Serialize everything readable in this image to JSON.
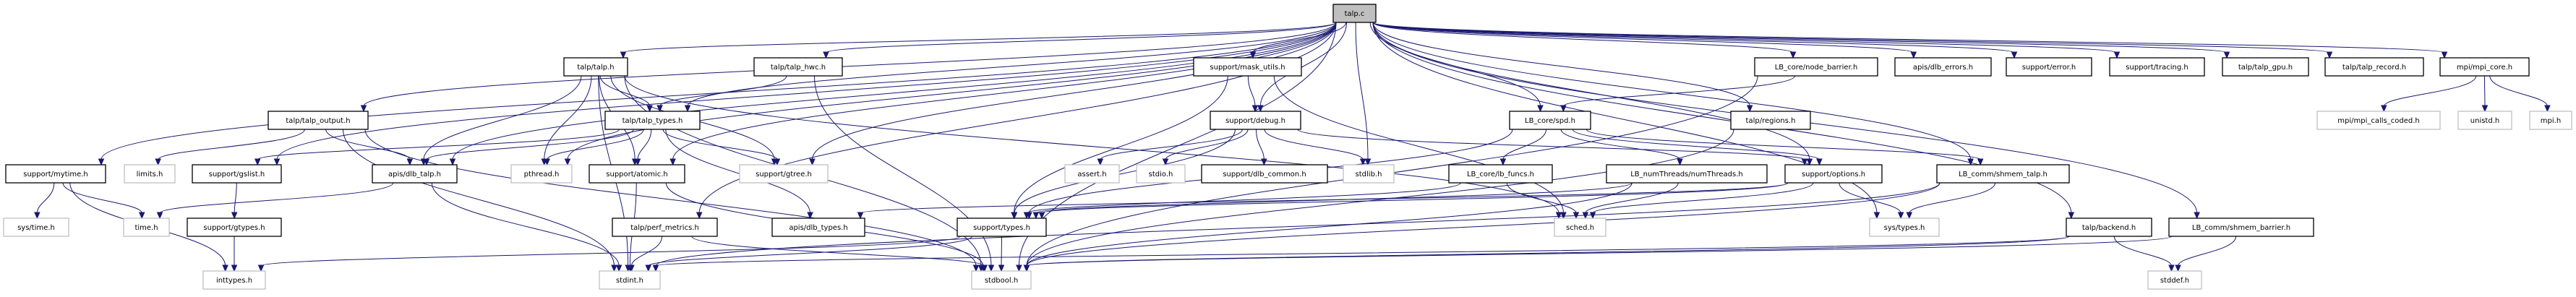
{
  "title": "talp.c include dependency graph",
  "colors": {
    "edge": "#191970",
    "root_fill": "#bfbfbf",
    "root_border": "#000000",
    "documented_border": "#000000",
    "external_border": "#bfbfbf",
    "node_fill": "#ffffff"
  },
  "nodes": [
    {
      "id": "talp_c",
      "label": "talp.c",
      "kind": "root"
    },
    {
      "id": "talp_h",
      "label": "talp/talp.h",
      "kind": "documented"
    },
    {
      "id": "talp_hwc_h",
      "label": "talp/talp_hwc.h",
      "kind": "documented"
    },
    {
      "id": "mask_utils_h",
      "label": "support/mask_utils.h",
      "kind": "documented"
    },
    {
      "id": "node_barrier_h",
      "label": "LB_core/node_barrier.h",
      "kind": "documented"
    },
    {
      "id": "dlb_errors_h",
      "label": "apis/dlb_errors.h",
      "kind": "documented"
    },
    {
      "id": "error_h",
      "label": "support/error.h",
      "kind": "documented"
    },
    {
      "id": "tracing_h",
      "label": "support/tracing.h",
      "kind": "documented"
    },
    {
      "id": "talp_gpu_h",
      "label": "talp/talp_gpu.h",
      "kind": "documented"
    },
    {
      "id": "talp_record_h",
      "label": "talp/talp_record.h",
      "kind": "documented"
    },
    {
      "id": "mpi_core_h",
      "label": "mpi/mpi_core.h",
      "kind": "documented"
    },
    {
      "id": "talp_output_h",
      "label": "talp/talp_output.h",
      "kind": "documented"
    },
    {
      "id": "talp_types_h",
      "label": "talp/talp_types.h",
      "kind": "documented"
    },
    {
      "id": "debug_h",
      "label": "support/debug.h",
      "kind": "documented"
    },
    {
      "id": "spd_h",
      "label": "LB_core/spd.h",
      "kind": "documented"
    },
    {
      "id": "regions_h",
      "label": "talp/regions.h",
      "kind": "documented"
    },
    {
      "id": "mpi_calls_coded_h",
      "label": "mpi/mpi_calls_coded.h",
      "kind": "external"
    },
    {
      "id": "unistd_h",
      "label": "unistd.h",
      "kind": "external"
    },
    {
      "id": "mpi_h",
      "label": "mpi.h",
      "kind": "external"
    },
    {
      "id": "mytime_h",
      "label": "support/mytime.h",
      "kind": "documented"
    },
    {
      "id": "limits_h",
      "label": "limits.h",
      "kind": "external"
    },
    {
      "id": "gslist_h",
      "label": "support/gslist.h",
      "kind": "documented"
    },
    {
      "id": "dlb_talp_h",
      "label": "apis/dlb_talp.h",
      "kind": "documented"
    },
    {
      "id": "pthread_h",
      "label": "pthread.h",
      "kind": "external"
    },
    {
      "id": "atomic_h",
      "label": "support/atomic.h",
      "kind": "documented"
    },
    {
      "id": "gtree_h",
      "label": "support/gtree.h",
      "kind": "external"
    },
    {
      "id": "assert_h",
      "label": "assert.h",
      "kind": "external"
    },
    {
      "id": "stdio_h",
      "label": "stdio.h",
      "kind": "external"
    },
    {
      "id": "dlb_common_h",
      "label": "support/dlb_common.h",
      "kind": "documented"
    },
    {
      "id": "stdlib_h",
      "label": "stdlib.h",
      "kind": "external"
    },
    {
      "id": "lb_funcs_h",
      "label": "LB_core/lb_funcs.h",
      "kind": "documented"
    },
    {
      "id": "numThreads_h",
      "label": "LB_numThreads/numThreads.h",
      "kind": "documented"
    },
    {
      "id": "options_h",
      "label": "support/options.h",
      "kind": "documented"
    },
    {
      "id": "shmem_talp_h",
      "label": "LB_comm/shmem_talp.h",
      "kind": "documented"
    },
    {
      "id": "sys_time_h",
      "label": "sys/time.h",
      "kind": "external"
    },
    {
      "id": "time_h",
      "label": "time.h",
      "kind": "external"
    },
    {
      "id": "gtypes_h",
      "label": "support/gtypes.h",
      "kind": "documented"
    },
    {
      "id": "perf_metrics_h",
      "label": "talp/perf_metrics.h",
      "kind": "documented"
    },
    {
      "id": "dlb_types_h",
      "label": "apis/dlb_types.h",
      "kind": "documented"
    },
    {
      "id": "types_h",
      "label": "support/types.h",
      "kind": "documented"
    },
    {
      "id": "sched_h",
      "label": "sched.h",
      "kind": "external"
    },
    {
      "id": "sys_types_h",
      "label": "sys/types.h",
      "kind": "external"
    },
    {
      "id": "backend_h",
      "label": "talp/backend.h",
      "kind": "documented"
    },
    {
      "id": "shmem_barrier_h",
      "label": "LB_comm/shmem_barrier.h",
      "kind": "documented"
    },
    {
      "id": "inttypes_h",
      "label": "inttypes.h",
      "kind": "external"
    },
    {
      "id": "stdint_h",
      "label": "stdint.h",
      "kind": "external"
    },
    {
      "id": "stdbool_h",
      "label": "stdbool.h",
      "kind": "external"
    },
    {
      "id": "stddef_h",
      "label": "stddef.h",
      "kind": "external"
    }
  ],
  "edges": [
    [
      "talp_c",
      "talp_h"
    ],
    [
      "talp_c",
      "talp_hwc_h"
    ],
    [
      "talp_c",
      "mask_utils_h"
    ],
    [
      "talp_c",
      "node_barrier_h"
    ],
    [
      "talp_c",
      "dlb_errors_h"
    ],
    [
      "talp_c",
      "error_h"
    ],
    [
      "talp_c",
      "tracing_h"
    ],
    [
      "talp_c",
      "talp_gpu_h"
    ],
    [
      "talp_c",
      "talp_record_h"
    ],
    [
      "talp_c",
      "mpi_core_h"
    ],
    [
      "talp_c",
      "talp_output_h"
    ],
    [
      "talp_c",
      "talp_types_h"
    ],
    [
      "talp_c",
      "debug_h"
    ],
    [
      "talp_c",
      "spd_h"
    ],
    [
      "talp_c",
      "regions_h"
    ],
    [
      "talp_c",
      "mytime_h"
    ],
    [
      "talp_c",
      "gslist_h"
    ],
    [
      "talp_c",
      "dlb_talp_h"
    ],
    [
      "talp_c",
      "pthread_h"
    ],
    [
      "talp_c",
      "atomic_h"
    ],
    [
      "talp_c",
      "gtree_h"
    ],
    [
      "talp_c",
      "stdlib_h"
    ],
    [
      "talp_c",
      "options_h"
    ],
    [
      "talp_c",
      "shmem_talp_h"
    ],
    [
      "talp_c",
      "perf_metrics_h"
    ],
    [
      "talp_c",
      "sys_types_h"
    ],
    [
      "talp_c",
      "backend_h"
    ],
    [
      "talp_c",
      "shmem_barrier_h"
    ],
    [
      "talp_c",
      "stdbool_h"
    ],
    [
      "talp_h",
      "talp_types_h"
    ],
    [
      "talp_h",
      "dlb_talp_h"
    ],
    [
      "talp_h",
      "pthread_h"
    ],
    [
      "talp_h",
      "atomic_h"
    ],
    [
      "talp_h",
      "stdint_h"
    ],
    [
      "talp_h",
      "stdbool_h"
    ],
    [
      "talp_h",
      "sched_h"
    ],
    [
      "talp_h",
      "gtree_h"
    ],
    [
      "talp_hwc_h",
      "talp_types_h"
    ],
    [
      "talp_hwc_h",
      "stdbool_h"
    ],
    [
      "mask_utils_h",
      "debug_h"
    ],
    [
      "mask_utils_h",
      "types_h"
    ],
    [
      "mask_utils_h",
      "sched_h"
    ],
    [
      "node_barrier_h",
      "spd_h"
    ],
    [
      "node_barrier_h",
      "stdbool_h"
    ],
    [
      "mpi_core_h",
      "mpi_calls_coded_h"
    ],
    [
      "mpi_core_h",
      "unistd_h"
    ],
    [
      "mpi_core_h",
      "mpi_h"
    ],
    [
      "talp_output_h",
      "limits_h"
    ],
    [
      "talp_output_h",
      "dlb_talp_h"
    ],
    [
      "talp_output_h",
      "stdint_h"
    ],
    [
      "talp_output_h",
      "stdbool_h"
    ],
    [
      "talp_types_h",
      "gslist_h"
    ],
    [
      "talp_types_h",
      "dlb_talp_h"
    ],
    [
      "talp_types_h",
      "pthread_h"
    ],
    [
      "talp_types_h",
      "atomic_h"
    ],
    [
      "talp_types_h",
      "gtree_h"
    ],
    [
      "talp_types_h",
      "dlb_types_h"
    ],
    [
      "debug_h",
      "assert_h"
    ],
    [
      "debug_h",
      "stdio_h"
    ],
    [
      "debug_h",
      "dlb_common_h"
    ],
    [
      "debug_h",
      "stdlib_h"
    ],
    [
      "debug_h",
      "types_h"
    ],
    [
      "debug_h",
      "options_h"
    ],
    [
      "spd_h",
      "lb_funcs_h"
    ],
    [
      "spd_h",
      "numThreads_h"
    ],
    [
      "spd_h",
      "options_h"
    ],
    [
      "spd_h",
      "types_h"
    ],
    [
      "spd_h",
      "shmem_talp_h"
    ],
    [
      "regions_h",
      "stdbool_h"
    ],
    [
      "mytime_h",
      "sys_time_h"
    ],
    [
      "mytime_h",
      "time_h"
    ],
    [
      "mytime_h",
      "inttypes_h"
    ],
    [
      "gslist_h",
      "gtypes_h"
    ],
    [
      "gtypes_h",
      "inttypes_h"
    ],
    [
      "dlb_talp_h",
      "time_h"
    ],
    [
      "dlb_talp_h",
      "stdint_h"
    ],
    [
      "atomic_h",
      "stdint_h"
    ],
    [
      "atomic_h",
      "stdbool_h"
    ],
    [
      "lb_funcs_h",
      "types_h"
    ],
    [
      "lb_funcs_h",
      "sched_h"
    ],
    [
      "numThreads_h",
      "types_h"
    ],
    [
      "numThreads_h",
      "sched_h"
    ],
    [
      "numThreads_h",
      "stdbool_h"
    ],
    [
      "options_h",
      "types_h"
    ],
    [
      "options_h",
      "sched_h"
    ],
    [
      "options_h",
      "sys_types_h"
    ],
    [
      "options_h",
      "dlb_types_h"
    ],
    [
      "shmem_talp_h",
      "sys_types_h"
    ],
    [
      "shmem_talp_h",
      "stdint_h"
    ],
    [
      "shmem_talp_h",
      "stdbool_h"
    ],
    [
      "perf_metrics_h",
      "stdint_h"
    ],
    [
      "perf_metrics_h",
      "stdbool_h"
    ],
    [
      "types_h",
      "stdbool_h"
    ],
    [
      "types_h",
      "stdint_h"
    ],
    [
      "types_h",
      "inttypes_h"
    ],
    [
      "backend_h",
      "stddef_h"
    ],
    [
      "backend_h",
      "stdint_h"
    ],
    [
      "backend_h",
      "stdbool_h"
    ],
    [
      "shmem_barrier_h",
      "stddef_h"
    ],
    [
      "shmem_barrier_h",
      "stdbool_h"
    ]
  ]
}
